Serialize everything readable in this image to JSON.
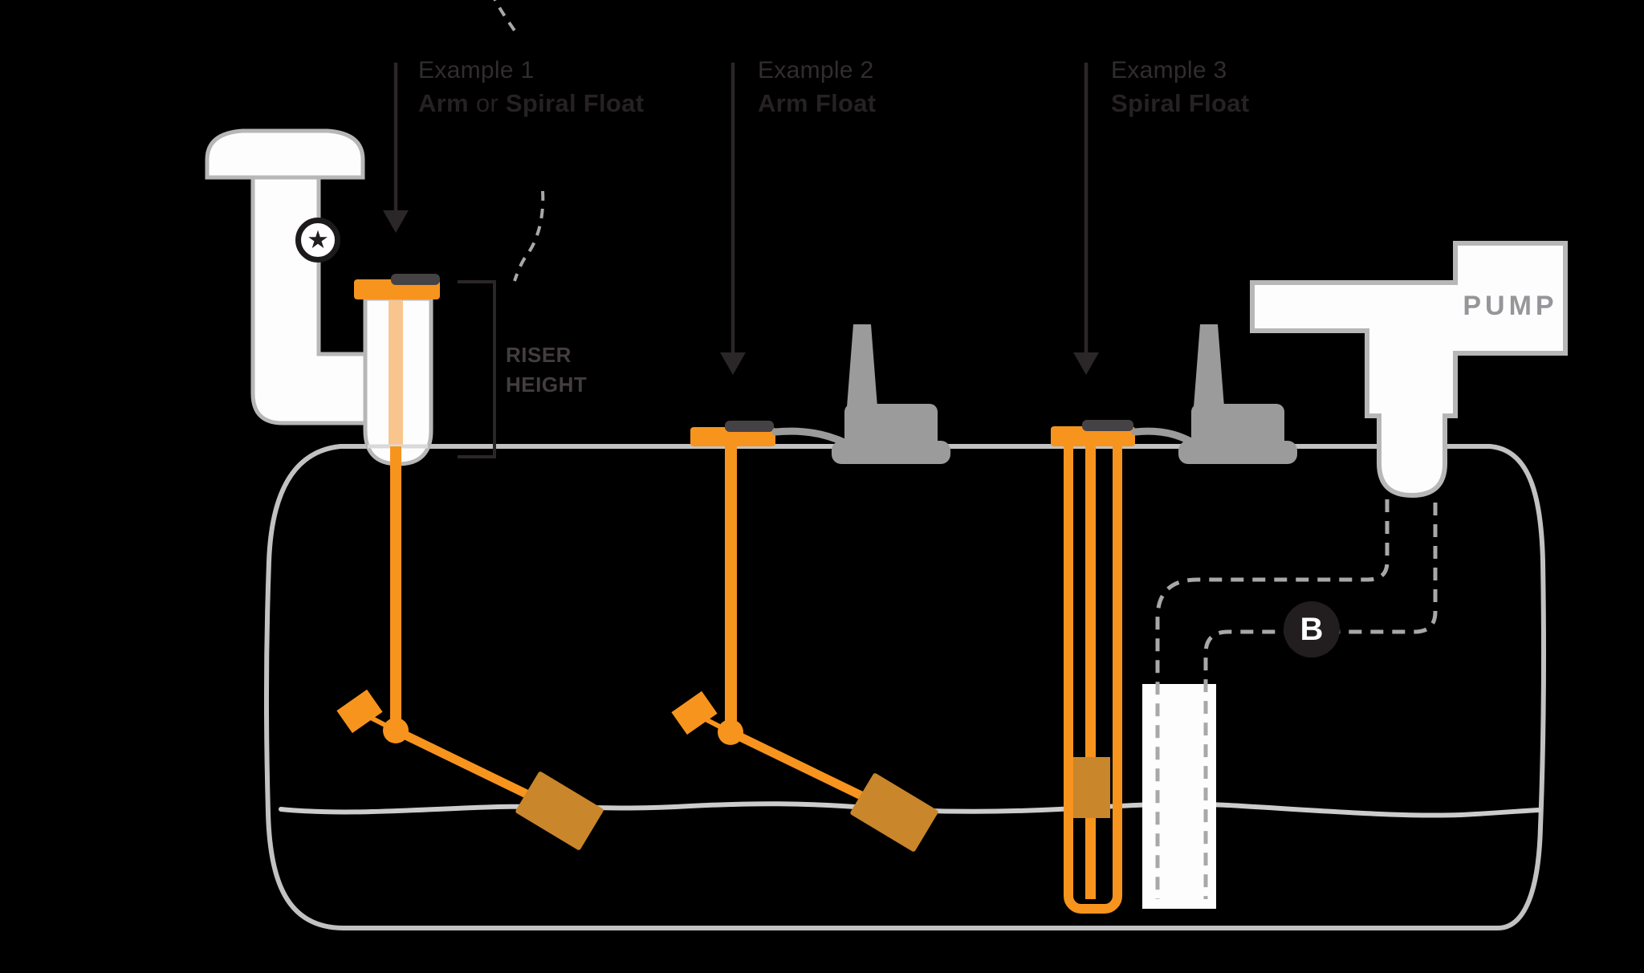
{
  "labels": {
    "example1": {
      "title": "Example 1",
      "bold_a": "Arm",
      "connector": " or ",
      "bold_b": "Spiral Float"
    },
    "example2": {
      "title": "Example 2",
      "subtitle": "Arm Float"
    },
    "example3": {
      "title": "Example 3",
      "subtitle": "Spiral Float"
    },
    "riser_height": {
      "line1": "RISER",
      "line2": "HEIGHT"
    },
    "pump": "PUMP",
    "badge_b": "B",
    "star_icon": "★"
  },
  "colors": {
    "background": "#000000",
    "orange": "#f7941e",
    "orange_pale": "#f9c58e",
    "orange_dark": "#c9862b",
    "charcoal": "#2b2627",
    "label_title": "#312d2f",
    "label_bold": "#262223",
    "riser_text": "#433d3f",
    "charcoal_bar": "#454245",
    "device_gray": "#9b9b9b",
    "tank_gray": "#c2c2c2",
    "liquid_gray": "#cccccc",
    "dash_gray": "#a8a8a8",
    "pump_text": "#96969a",
    "white": "#fdfdfd",
    "outline_gray": "#b7b7b7",
    "badge_bg": "#221e20",
    "badge_text": "#ffffff"
  }
}
